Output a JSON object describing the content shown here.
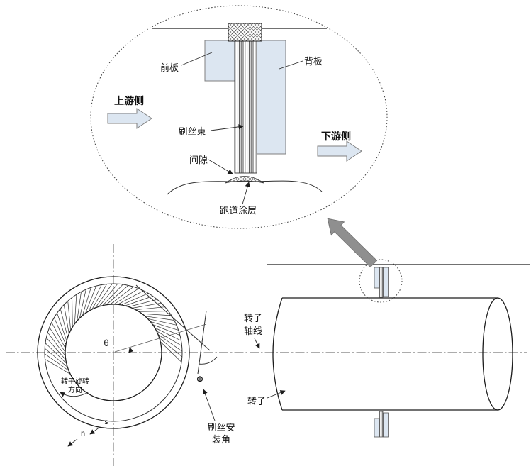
{
  "detail_view": {
    "front_plate_label": "前板",
    "back_plate_label": "背板",
    "upstream_label": "上游侧",
    "bristle_label": "刷丝束",
    "downstream_label": "下游侧",
    "clearance_label": "间隙",
    "coating_label": "跑道涂层"
  },
  "front_view": {
    "theta_label": "θ",
    "phi_label": "Φ",
    "rotation_label_line1": "转子旋转",
    "rotation_label_line2": "方向",
    "s_label": "s",
    "n_label": "n",
    "install_angle_line1": "刷丝安",
    "install_angle_line2": "装角"
  },
  "side_view": {
    "axis_label_line1": "转子",
    "axis_label_line2": "轴线",
    "rotor_label": "转子"
  },
  "colors": {
    "plate_fill": "#dce6f1",
    "flow_arrow_fill": "#dce6f1",
    "gray_arrow_fill": "#8f8f8f",
    "line_color": "#1a1a1a"
  }
}
